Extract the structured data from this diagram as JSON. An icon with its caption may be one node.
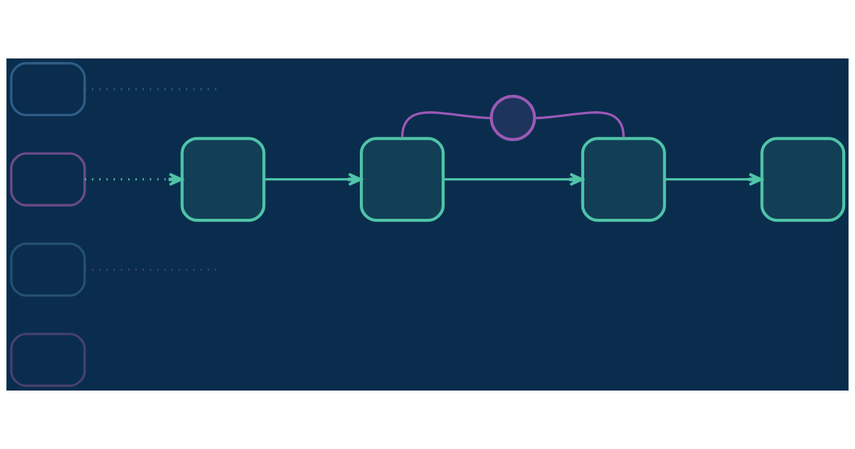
{
  "diagram": {
    "nodes": [
      {
        "text": [],
        "shape": "bubble"
      },
      {
        "text": [],
        "shape": "bubble"
      },
      {
        "text": [],
        "shape": "bubble"
      },
      {
        "text": [],
        "shape": "bubble"
      },
      {
        "text": [],
        "shape": "box"
      },
      {
        "text": [],
        "shape": "box"
      },
      {
        "text": [],
        "shape": "box"
      },
      {
        "text": [],
        "shape": "box"
      },
      {
        "text": [],
        "shape": "circle"
      }
    ],
    "edges": [
      {
        "from": 0,
        "to": null,
        "arrow": "none",
        "style": "dashed",
        "color": "#2e5d86"
      },
      {
        "from": 1,
        "to": 4,
        "arrow": "to",
        "style": "dashed"
      },
      {
        "from": 2,
        "to": null,
        "arrow": "none",
        "style": "dashed",
        "color": "#46406e"
      },
      {
        "from": 4,
        "to": 5,
        "arrow": "to"
      },
      {
        "from": 5,
        "to": 8,
        "arrow": "none",
        "color": "#9b59b6"
      },
      {
        "from": 8,
        "to": 6,
        "arrow": "none",
        "color": "#9b59b6"
      },
      {
        "from": 5,
        "to": 6,
        "arrow": "to"
      },
      {
        "from": 6,
        "to": 7,
        "arrow": "to"
      }
    ]
  }
}
